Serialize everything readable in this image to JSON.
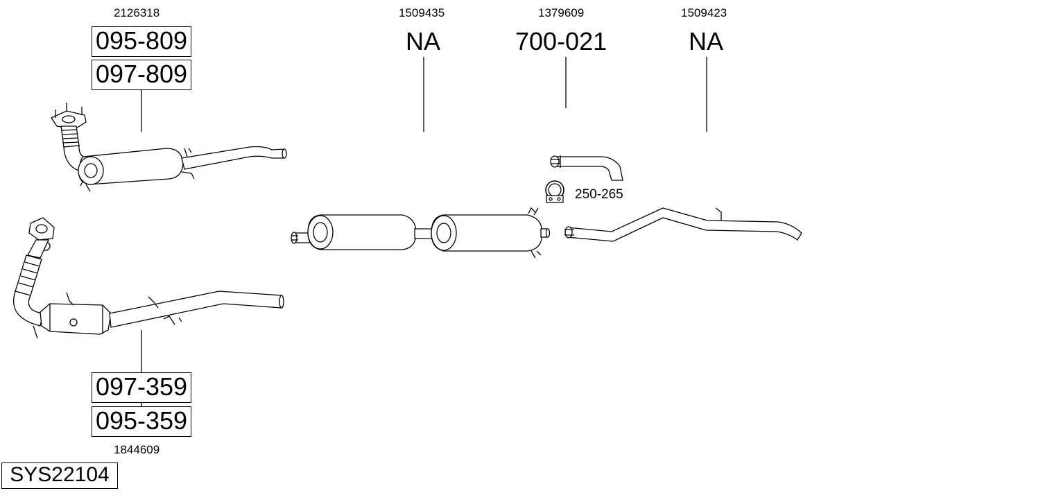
{
  "system_id": "SYS22104",
  "groups": [
    {
      "ref": "2126318",
      "parts": [
        "095-809",
        "097-809"
      ]
    },
    {
      "ref": "1844609",
      "parts": [
        "097-359",
        "095-359"
      ]
    },
    {
      "ref": "1509435",
      "part": "NA"
    },
    {
      "ref": "1379609",
      "part": "700-021"
    },
    {
      "ref": "1509423",
      "part": "NA"
    }
  ],
  "clamp": {
    "part": "250-265"
  }
}
